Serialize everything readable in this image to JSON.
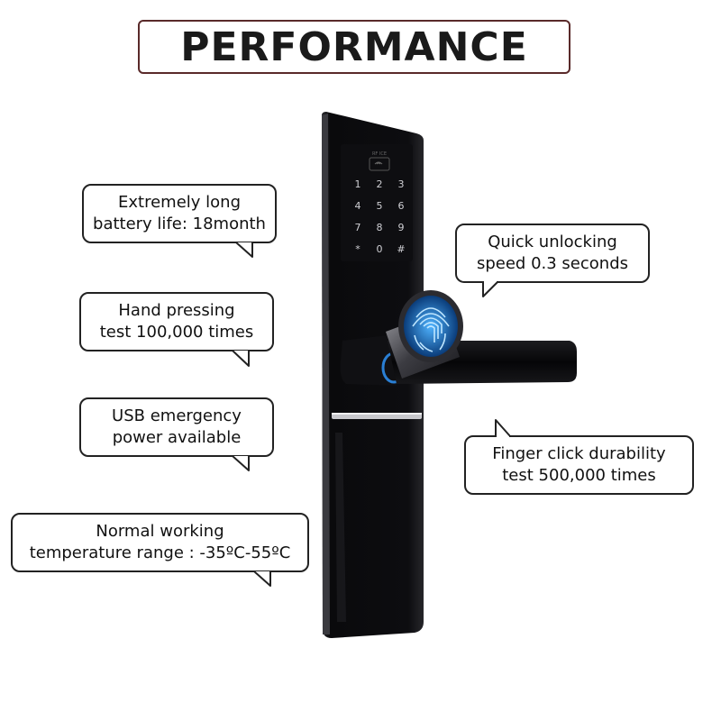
{
  "title": "PERFORMANCE",
  "features": [
    {
      "line1": "Extremely long",
      "line2": "battery life: 18month"
    },
    {
      "line1": "Hand pressing",
      "line2": "test 100,000 times"
    },
    {
      "line1": "USB emergency",
      "line2": "power available"
    },
    {
      "line1": "Normal working",
      "line2": "temperature range : -35ºC-55ºC"
    },
    {
      "line1": "Quick unlocking",
      "line2": "speed 0.3 seconds"
    },
    {
      "line1": "Finger click durability",
      "line2": "test 500,000 times"
    }
  ],
  "keypad": {
    "keys": [
      "1",
      "2",
      "3",
      "4",
      "5",
      "6",
      "7",
      "8",
      "9",
      "*",
      "0",
      "#"
    ],
    "card_label": "RF ICE"
  },
  "colors": {
    "lock_body": "#0b0b0d",
    "fingerprint": "#2a7fd4",
    "title_border": "#5a2a2a"
  }
}
